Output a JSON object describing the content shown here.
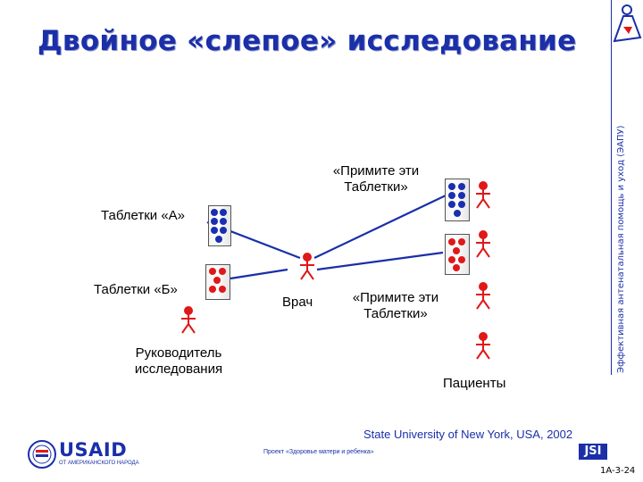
{
  "slide": {
    "title": "Двойное «слепое» исследование",
    "side_text": "Эффективная антенатальная помощь и уход (ЭАПУ)",
    "source": "State University of New York, USA, 2002",
    "project": "Проект «Здоровье матери и ребенка»",
    "slide_code": "1A-3-24"
  },
  "diagram": {
    "label_pills_a": "Таблетки «А»",
    "label_pills_b": "Таблетки «Б»",
    "label_researcher": "Руководитель исследования",
    "label_doctor": "Врач",
    "speech_top": "«Примите эти Таблетки»",
    "speech_bottom": "«Примите эти Таблетки»",
    "label_patients": "Пациенты"
  },
  "logos": {
    "usaid": "USAID",
    "usaid_sub": "ОТ АМЕРИКАНСКОГО НАРОДА",
    "jsi": "JSI"
  },
  "colors": {
    "brand_blue": "#1a2fa8",
    "pill_blue": "#1a2fb0",
    "pill_red": "#e01818",
    "figure_red": "#e01818"
  }
}
